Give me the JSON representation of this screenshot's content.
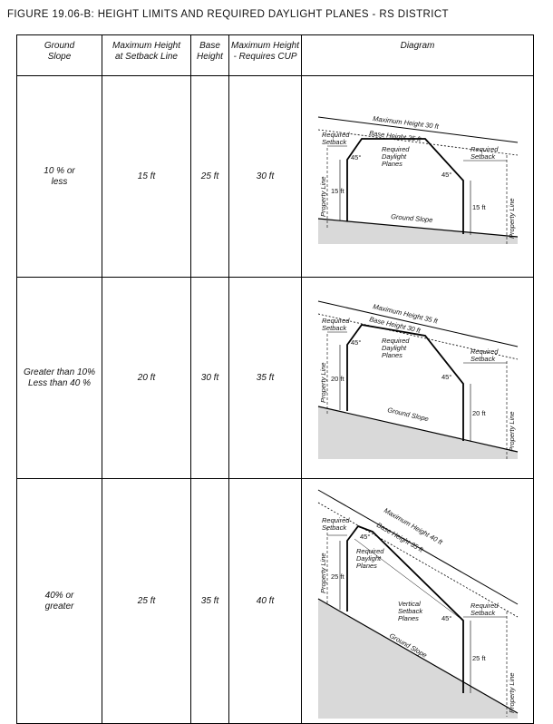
{
  "page": {
    "title": "FIGURE 19.06-B: HEIGHT LIMITS AND REQUIRED DAYLIGHT PLANES - RS DISTRICT"
  },
  "table": {
    "headers": {
      "slope": "Ground\nSlope",
      "max_setback": "Maximum Height\nat Setback Line",
      "base": "Base\nHeight",
      "max_cup": "Maximum Height\n- Requires CUP",
      "diagram": "Diagram"
    },
    "rows": [
      {
        "slope": "10 % or\nless",
        "max_setback": "15 ft",
        "base": "25 ft",
        "max_cup": "30 ft",
        "diagram": {
          "max_height_label": "Maximum Height 30 ft",
          "base_height_label": "Base Height 25 ft",
          "setback_left": "Required\nSetback",
          "setback_right": "Required\nSetback",
          "daylight_label": "Required\nDaylight\nPlanes",
          "angle_left": "45°",
          "angle_right": "45°",
          "height_left": "15 ft",
          "height_right": "15 ft",
          "ground_label": "Ground Slope",
          "property_line_left": "Property Line",
          "property_line_right": "Property Line"
        }
      },
      {
        "slope": "Greater than 10%\nLess than 40 %",
        "max_setback": "20 ft",
        "base": "30 ft",
        "max_cup": "35 ft",
        "diagram": {
          "max_height_label": "Maximum Height 35 ft",
          "base_height_label": "Base Height 30 ft",
          "setback_left": "Required\nSetback",
          "setback_right": "Required\nSetback",
          "daylight_label": "Required\nDaylight\nPlanes",
          "angle_left": "45°",
          "angle_right": "45°",
          "height_left": "20 ft",
          "height_right": "20 ft",
          "ground_label": "Ground Slope",
          "property_line_left": "Property Line",
          "property_line_right": "Property Line"
        }
      },
      {
        "slope": "40% or\ngreater",
        "max_setback": "25 ft",
        "base": "35 ft",
        "max_cup": "40 ft",
        "diagram": {
          "max_height_label": "Maximum Height 40 ft",
          "base_height_label": "Base Height 35 ft",
          "setback_left": "Required\nSetback",
          "setback_right": "Required\nSetback",
          "daylight_label": "Required\nDaylight\nPlanes",
          "vertical_label": "Vertical\nSetback\nPlanes",
          "angle_left": "45°",
          "angle_right": "45°",
          "height_left": "25 ft",
          "height_right": "25 ft",
          "ground_label": "Ground Slope",
          "property_line_left": "Property Line",
          "property_line_right": "Property Line"
        }
      }
    ]
  }
}
